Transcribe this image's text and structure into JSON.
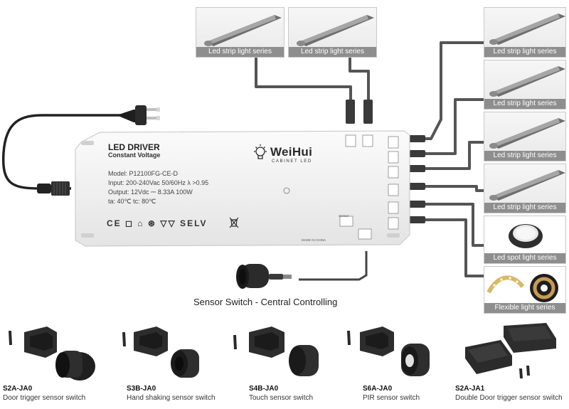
{
  "driver": {
    "title": "LED DRIVER",
    "subtitle": "Constant Voltage",
    "model": "Model: P12100FG-CE-D",
    "input": "Input: 200-240Vac  50/60Hz  λ >0.95",
    "output": "Output: 12Vdc ⎓ 8.33A  100W",
    "temps": "ta: 40℃   tc: 80℃",
    "certifications": "CE ◻ ⌂ ⊛ ▽▽ SELV",
    "made_in": "MADE IN CHINA",
    "sensor_port": "Sensor",
    "body_color": "#f4f4f4"
  },
  "brand": {
    "name": "WeiHui",
    "tagline": "CABINET LED"
  },
  "outputs": [
    {
      "label": "Led strip light series"
    },
    {
      "label": "Led strip light series"
    },
    {
      "label": "Led strip light series"
    },
    {
      "label": "Led strip light series"
    },
    {
      "label": "Led strip light series"
    },
    {
      "label": "Led strip light series"
    },
    {
      "label": "Led spot light series"
    },
    {
      "label": "Flexible light series"
    }
  ],
  "central_label": "Sensor Switch - Central Controlling",
  "switches": [
    {
      "code": "S2A-JA0",
      "name": "Door trigger sensor switch"
    },
    {
      "code": "S3B-JA0",
      "name": "Hand shaking sensor switch"
    },
    {
      "code": "S4B-JA0",
      "name": "Touch sensor switch"
    },
    {
      "code": "S6A-JA0",
      "name": "PIR sensor switch"
    },
    {
      "code": "S2A-JA1",
      "name": "Double Door trigger sensor switch"
    }
  ],
  "colors": {
    "cable": "#555555",
    "caption_bar": "#8e8e8e",
    "profile": "#6e6e6e",
    "sensor_body": "#2b2b2b"
  },
  "icons": [
    "power-plug-icon",
    "bulb-logo-icon",
    "ce-mark-icon",
    "weee-bin-icon",
    "sensor-eye-icon"
  ]
}
